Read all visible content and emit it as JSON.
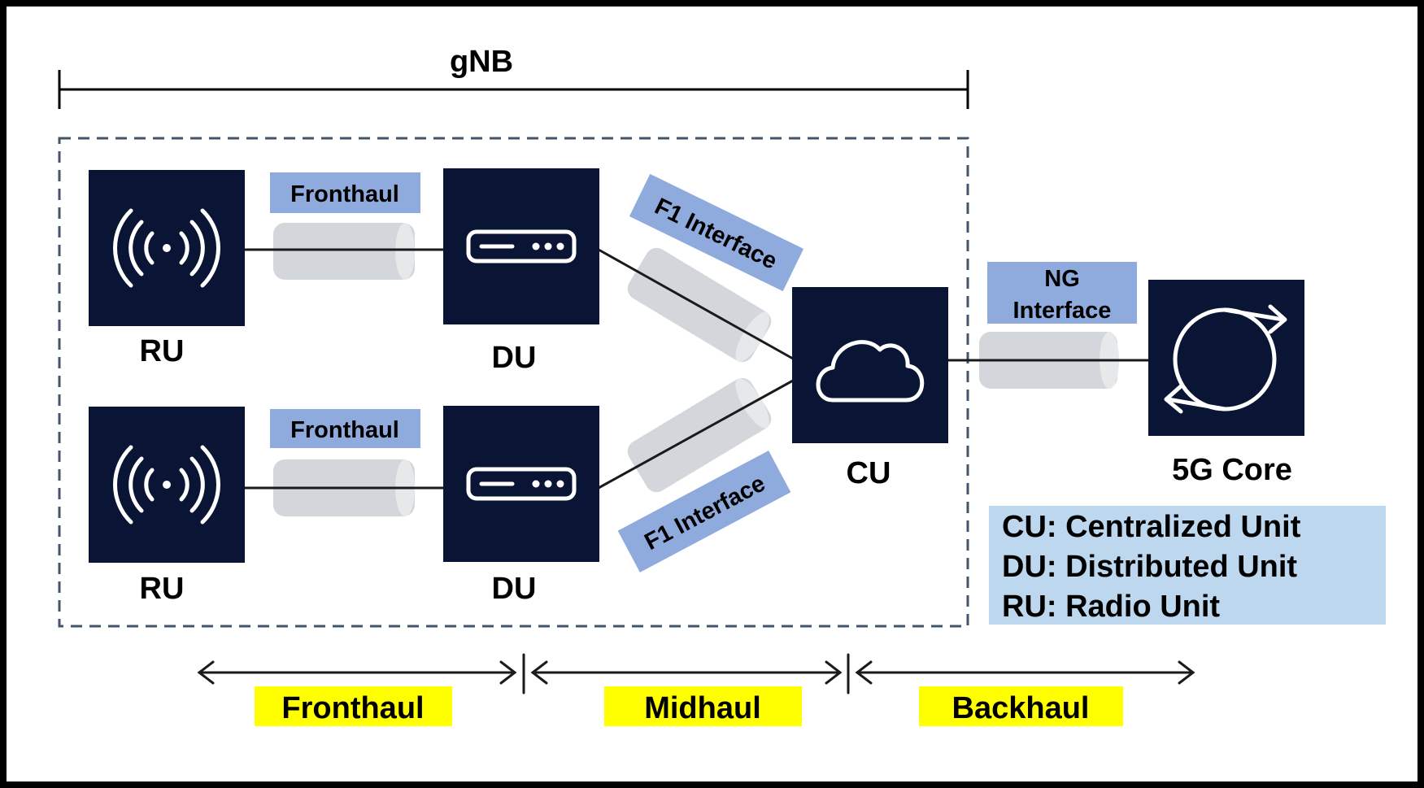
{
  "title": "gNB",
  "nodes": {
    "ru_top": {
      "label": "RU",
      "icon": "antenna-icon"
    },
    "ru_bottom": {
      "label": "RU",
      "icon": "antenna-icon"
    },
    "du_top": {
      "label": "DU",
      "icon": "server-icon"
    },
    "du_bottom": {
      "label": "DU",
      "icon": "server-icon"
    },
    "cu": {
      "label": "CU",
      "icon": "cloud-icon"
    },
    "core": {
      "label": "5G Core",
      "icon": "sync-icon"
    }
  },
  "links": {
    "fronthaul_top": "Fronthaul",
    "fronthaul_bottom": "Fronthaul",
    "f1_top": "F1 Interface",
    "f1_bottom": "F1 Interface",
    "ng_line1": "NG",
    "ng_line2": "Interface"
  },
  "segments": {
    "fronthaul": "Fronthaul",
    "midhaul": "Midhaul",
    "backhaul": "Backhaul"
  },
  "legend": [
    "CU: Centralized Unit",
    "DU: Distributed Unit",
    "RU: Radio Unit"
  ],
  "colors": {
    "box_fill": "#0a1535",
    "icon_stroke": "#ffffff",
    "tag_fill": "#8faadc",
    "cable_fill": "#d0d4d8",
    "segment_fill": "#ffff00",
    "legend_fill": "#bdd7ee",
    "border": "#000000"
  }
}
